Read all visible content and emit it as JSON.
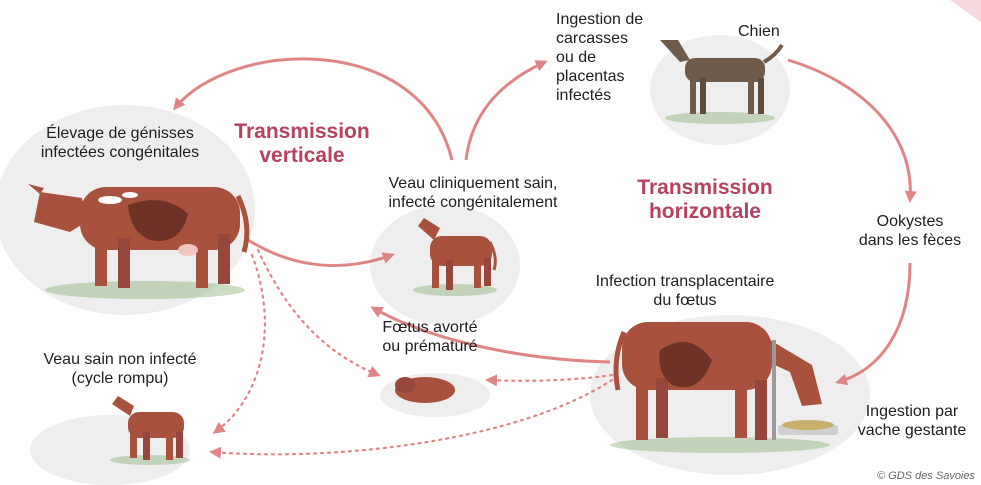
{
  "headings": {
    "vertical": [
      "Transmission",
      "verticale"
    ],
    "horizontal": [
      "Transmission",
      "horizontale"
    ]
  },
  "labels": {
    "herd": [
      "Élevage de génisses",
      "infectées congénitales"
    ],
    "calf_infected": [
      "Veau cliniquement sain,",
      "infecté congénitalement"
    ],
    "carcass": [
      "Ingestion de",
      "carcasses",
      "ou de",
      "placentas",
      "infectés"
    ],
    "dog": "Chien",
    "oocysts": [
      "Ookystes",
      "dans les fèces"
    ],
    "transplacental": [
      "Infection transplacentaire",
      "du fœtus"
    ],
    "fetus": [
      "Fœtus avorté",
      "ou prématuré"
    ],
    "healthy_calf": [
      "Veau sain non infecté",
      "(cycle rompu)"
    ],
    "ingestion_cow": [
      "Ingestion par",
      "vache gestante"
    ]
  },
  "credit": "© GDS des Savoies",
  "colors": {
    "heading": "#b5425f",
    "arrow": "#e08585",
    "cow": "#a8523d",
    "cow_dark": "#6e3326",
    "dog": "#6e5b4a",
    "blob": "#eeeeee"
  }
}
